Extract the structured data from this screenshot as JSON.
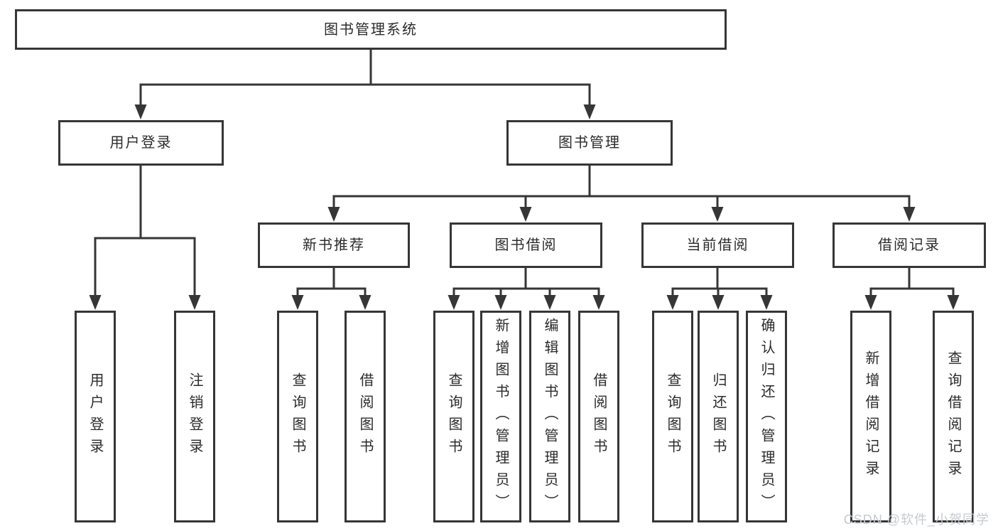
{
  "diagram": {
    "root": {
      "label": "图书管理系统"
    },
    "level2": [
      {
        "label": "用户登录",
        "children": [
          {
            "label": "用户登录"
          },
          {
            "label": "注销登录"
          }
        ]
      },
      {
        "label": "图书管理",
        "children": [
          {
            "label": "新书推荐",
            "children": [
              {
                "label": "查询图书"
              },
              {
                "label": "借阅图书"
              }
            ]
          },
          {
            "label": "图书借阅",
            "children": [
              {
                "label": "查询图书"
              },
              {
                "label": "新增图书（管理员）"
              },
              {
                "label": "编辑图书（管理员）"
              },
              {
                "label": "借阅图书"
              }
            ]
          },
          {
            "label": "当前借阅",
            "children": [
              {
                "label": "查询图书"
              },
              {
                "label": "归还图书"
              },
              {
                "label": "确认归还（管理员）"
              }
            ]
          },
          {
            "label": "借阅记录",
            "children": [
              {
                "label": "新增借阅记录"
              },
              {
                "label": "查询借阅记录"
              }
            ]
          }
        ]
      }
    ]
  },
  "watermark": {
    "text": "CSDN @软件_小贺同学"
  },
  "colors": {
    "line": "#363636",
    "box_border": "#363636",
    "text": "#2b2b2b",
    "watermark": "#c6cad0",
    "background": "#ffffff"
  }
}
